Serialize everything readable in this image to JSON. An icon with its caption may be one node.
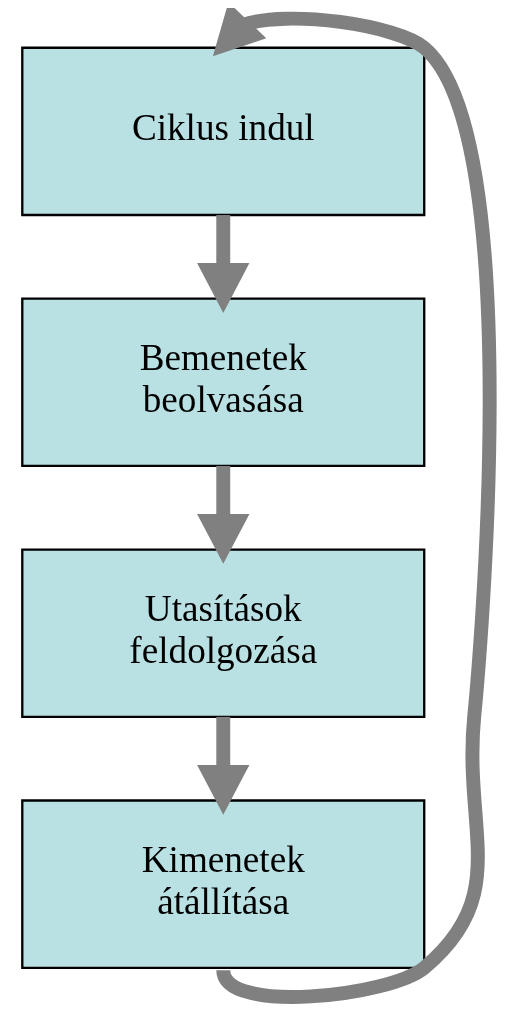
{
  "diagram": {
    "nodes": [
      {
        "text": [
          "Ciklus indul"
        ]
      },
      {
        "text": [
          "Bemenetek beolvasása"
        ]
      },
      {
        "text": [
          "Utasítások feldolgozása"
        ]
      },
      {
        "text": [
          "Kimenetek átállítása"
        ]
      }
    ],
    "edges": [
      {
        "from": 0,
        "to": 1,
        "arrow": "to"
      },
      {
        "from": 1,
        "to": 2,
        "arrow": "to"
      },
      {
        "from": 2,
        "to": 3,
        "arrow": "to"
      },
      {
        "from": 3,
        "to": 0,
        "arrow": "to"
      }
    ]
  }
}
